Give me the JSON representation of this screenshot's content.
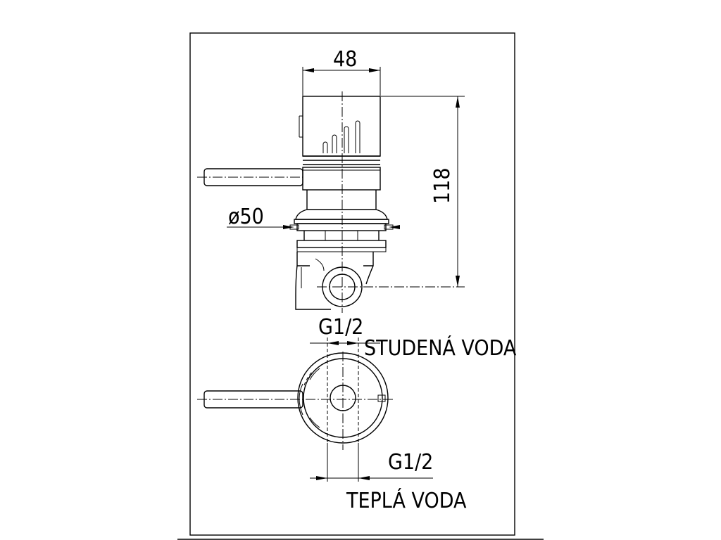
{
  "drawing": {
    "dimensions": {
      "width": "48",
      "height": "118",
      "diameter": "ø50",
      "thread_top": "G1/2",
      "thread_bottom": "G1/2"
    },
    "labels": {
      "cold_water": "STUDENÁ VODA",
      "hot_water": "TEPLÁ VODA"
    }
  }
}
